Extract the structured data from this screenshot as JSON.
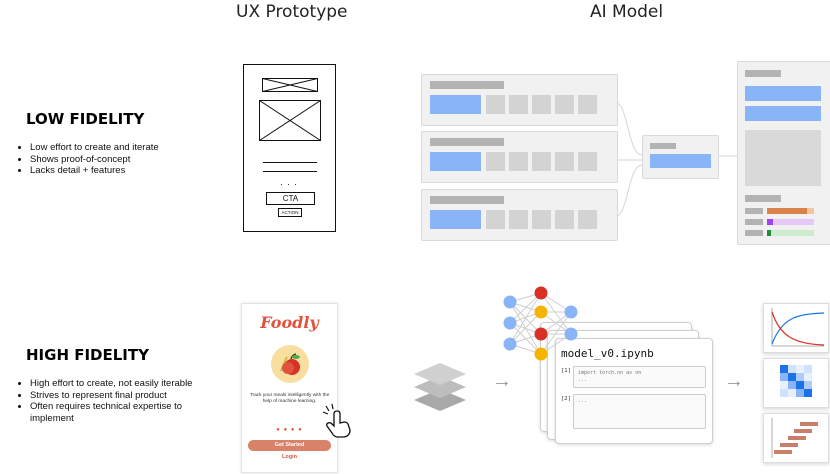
{
  "columns": {
    "ux_title": "UX Prototype",
    "ai_title": "AI Model"
  },
  "low": {
    "title": "LOW FIDELITY",
    "bullets": [
      "Low effort to create and iterate",
      "Shows proof-of-concept",
      "Lacks detail + features"
    ]
  },
  "high": {
    "title": "HIGH FIDELITY",
    "bullets": [
      "High effort to create, not easily iterable",
      "Strives to represent final product",
      "Often requires technical expertise to implement"
    ]
  },
  "wireframe": {
    "dots": ". . .",
    "cta": "CTA",
    "action": "ACTION"
  },
  "app": {
    "logo": "Foodly",
    "tagline": "Track your meals intelligently with the help of machine learning.",
    "get_started": "Get Started",
    "login": "Login"
  },
  "notebook": {
    "title": "model_v0.ipynb",
    "cell1_label": "[1]",
    "cell1_code": "import torch.nn as nn",
    "cell1_more": "...",
    "cell2_label": "[2]",
    "cell2_code": "..."
  },
  "arrows": {
    "left": "→",
    "right": "→"
  },
  "colors": {
    "blue_bar": "#8ab4f8",
    "gray_bar": "#b3b3b3",
    "square": "#d3d3d3",
    "accent_orange": "#d9824b",
    "logo_red": "#e0533d",
    "node_red": "#d93025",
    "node_yellow": "#f4b400",
    "node_blue": "#8ab4f8"
  },
  "icons": [
    "layers-icon",
    "hand-pointer-icon",
    "apple-icon",
    "neural-network-icon",
    "line-chart-icon",
    "heatmap-icon",
    "gantt-icon"
  ]
}
